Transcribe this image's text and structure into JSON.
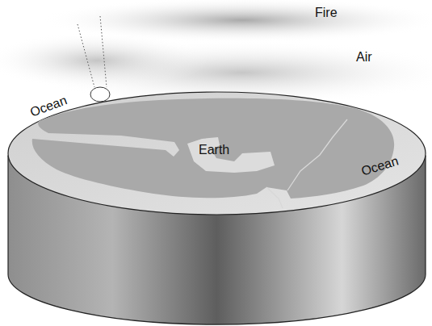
{
  "diagram": {
    "labels": [
      "Fire",
      "Air",
      "Ocean",
      "Earth",
      "Ocean"
    ]
  }
}
